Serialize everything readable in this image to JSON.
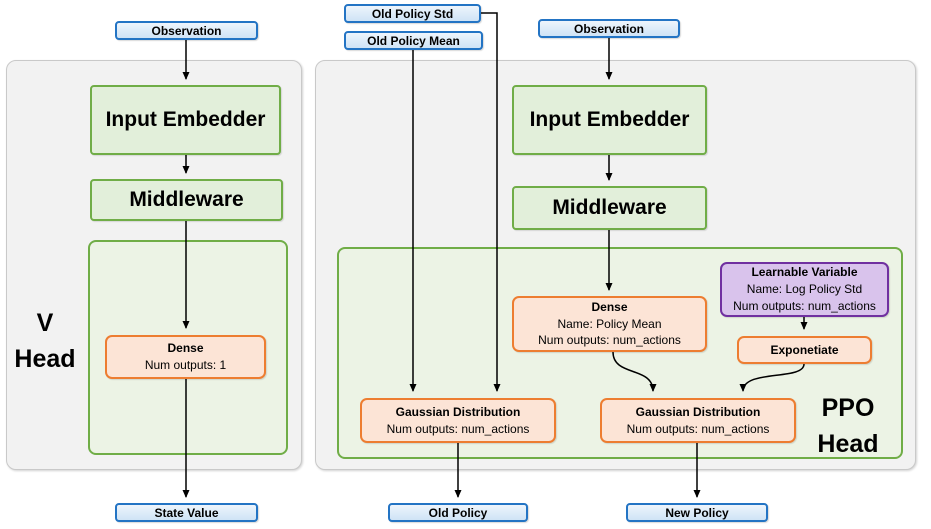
{
  "colors": {
    "blue_fill": "#cfe3f6",
    "blue_border": "#2374c4",
    "green_fill": "#e2efda",
    "green_border": "#70ad47",
    "container_fill": "#ecf3e5",
    "orange_fill": "#fce4d6",
    "orange_border": "#ed7d31",
    "purple_fill": "#d9c3ec",
    "purple_border": "#7030a0",
    "panel_fill": "#f2f2f2",
    "panel_border": "#c9c9c9",
    "arrow": "#000000"
  },
  "v_head": {
    "observation": "Observation",
    "input_embedder": "Input Embedder",
    "middleware": "Middleware",
    "dense": {
      "title": "Dense",
      "outputs": "Num outputs: 1"
    },
    "label_line1": "V",
    "label_line2": "Head",
    "state_value": "State Value"
  },
  "ppo_head": {
    "old_policy_std": "Old Policy Std",
    "old_policy_mean": "Old Policy Mean",
    "observation": "Observation",
    "input_embedder": "Input Embedder",
    "middleware": "Middleware",
    "dense": {
      "title": "Dense",
      "name": "Name: Policy Mean",
      "outputs": "Num outputs: num_actions"
    },
    "learnable_variable": {
      "title": "Learnable Variable",
      "name": "Name: Log Policy Std",
      "outputs": "Num outputs: num_actions"
    },
    "exponetiate": "Exponetiate",
    "gaussian_old": {
      "title": "Gaussian Distribution",
      "outputs": "Num outputs: num_actions"
    },
    "gaussian_new": {
      "title": "Gaussian Distribution",
      "outputs": "Num outputs: num_actions"
    },
    "label_line1": "PPO",
    "label_line2": "Head",
    "old_policy": "Old Policy",
    "new_policy": "New Policy"
  }
}
